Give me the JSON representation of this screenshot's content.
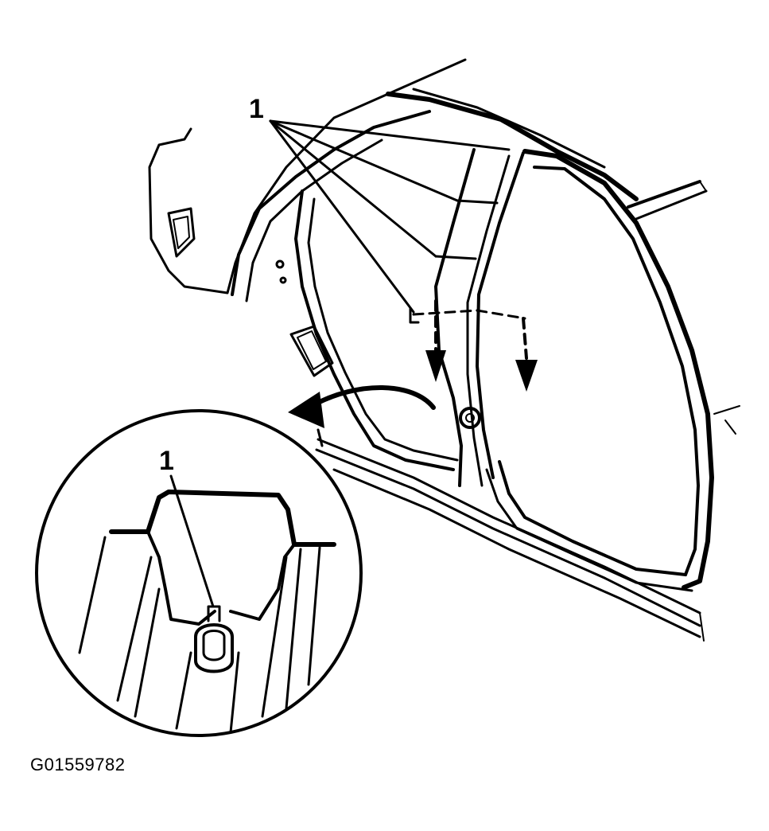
{
  "callouts": {
    "main": "1",
    "detail": "1"
  },
  "figure_id": "G01559782",
  "colors": {
    "ink": "#000000",
    "background": "#ffffff"
  }
}
